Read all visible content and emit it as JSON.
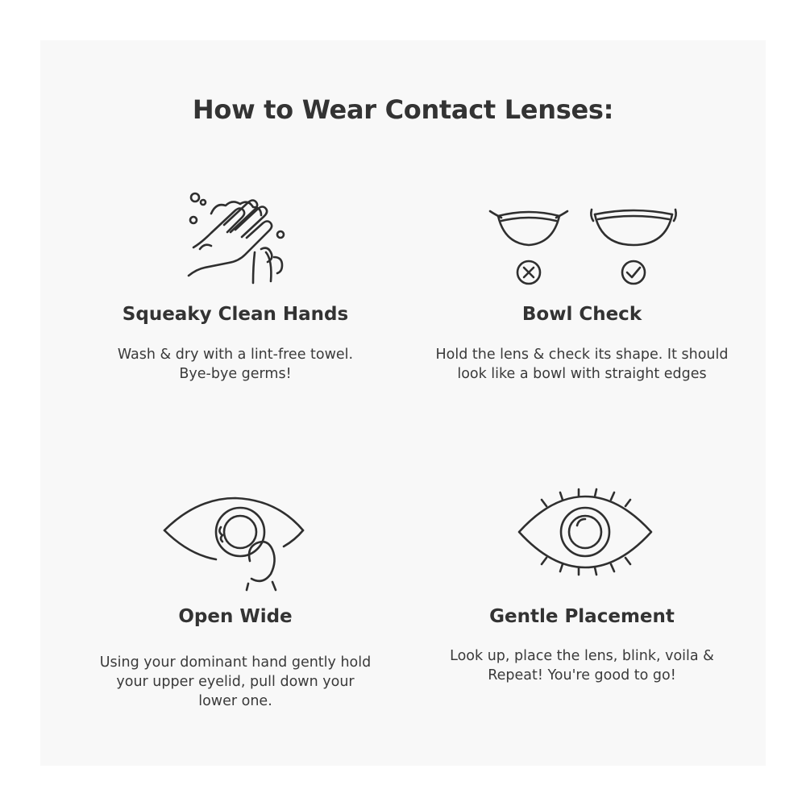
{
  "page": {
    "title": "How to Wear Contact Lenses:"
  },
  "steps": [
    {
      "icon": "washing-hands-icon",
      "title": "Squeaky Clean Hands",
      "description_lines": [
        "Wash & dry with a lint-free towel.",
        "Bye-bye germs!"
      ]
    },
    {
      "icon": "lens-bowl-check-icon",
      "title": "Bowl Check",
      "description_lines": [
        "Hold the lens & check its shape. It should",
        "look like a bowl with straight edges"
      ]
    },
    {
      "icon": "eye-open-wide-icon",
      "title": "Open Wide",
      "description_lines": [
        "Using your dominant hand gently hold",
        "your upper eyelid, pull down your",
        "lower one."
      ]
    },
    {
      "icon": "eye-lens-placement-icon",
      "title": "Gentle Placement",
      "description_lines": [
        "Look up, place the lens, blink, voila &",
        "Repeat! You're good to go!"
      ]
    }
  ],
  "marks": {
    "wrong": "X",
    "right": "✓"
  }
}
